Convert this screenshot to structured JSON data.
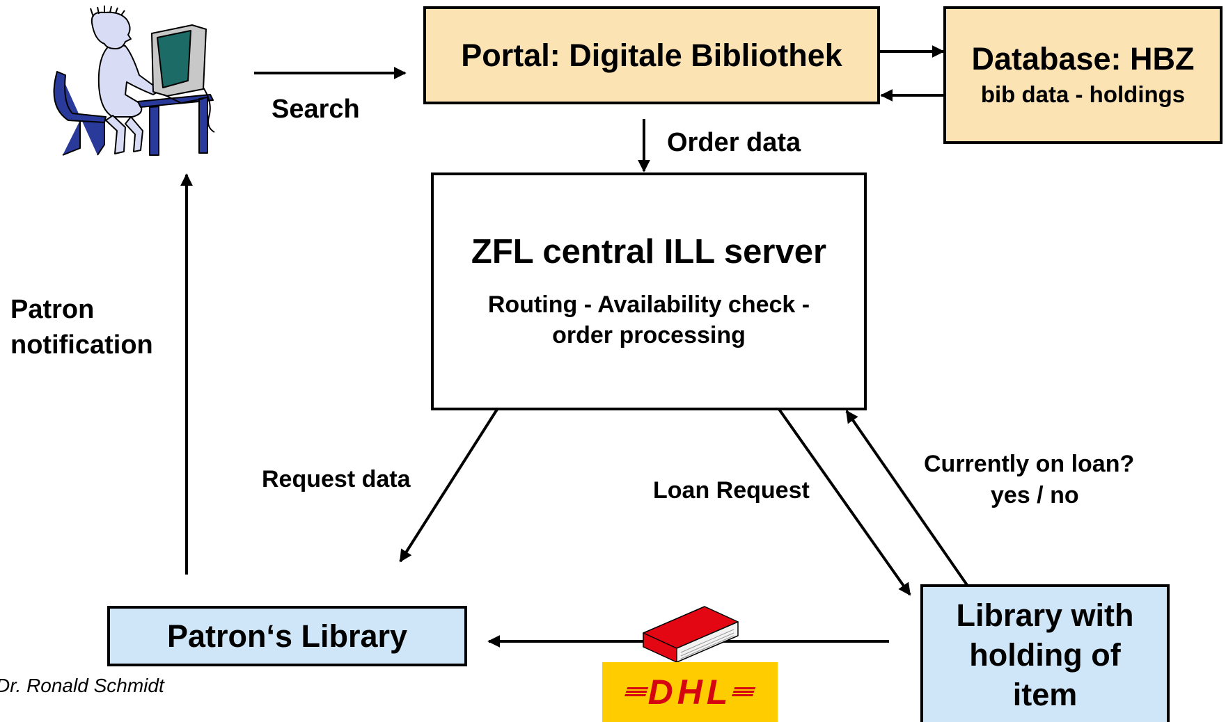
{
  "diagram": {
    "portal": {
      "title": "Portal: Digitale Bibliothek"
    },
    "database": {
      "title": "Database: HBZ",
      "subtitle": "bib data - holdings"
    },
    "zfl": {
      "title": "ZFL central ILL server",
      "subtitle_line1": "Routing - Availability check -",
      "subtitle_line2": "order processing"
    },
    "patrons_library": {
      "title": "Patron‘s Library"
    },
    "holding_library": {
      "line1": "Library with",
      "line2": "holding of",
      "line3": "item"
    },
    "labels": {
      "search": "Search",
      "order_data": "Order data",
      "patron_notification_line1": "Patron",
      "patron_notification_line2": "notification",
      "request_data": "Request data",
      "loan_request": "Loan Request",
      "currently_on_loan_line1": "Currently on loan?",
      "currently_on_loan_line2": "yes / no"
    },
    "logo": {
      "text": "DHL",
      "background": "#ffcc00",
      "color": "#d40511"
    },
    "author": "Dr. Ronald Schmidt",
    "colors": {
      "box_peach": "#fbe3b4",
      "box_blue": "#cfe6f8",
      "line": "#000000"
    }
  }
}
